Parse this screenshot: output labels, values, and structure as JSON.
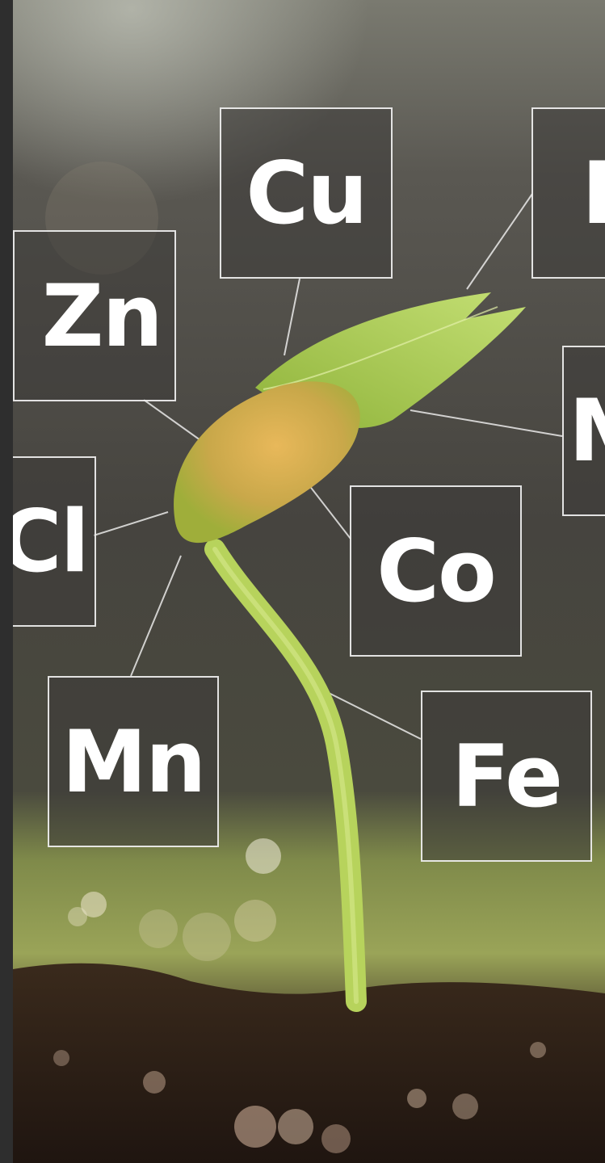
{
  "image": {
    "subject": "sprouting seedling with micronutrient element symbols",
    "elements": [
      {
        "id": "cu",
        "symbol": "Cu"
      },
      {
        "id": "zn",
        "symbol": "Zn"
      },
      {
        "id": "cl",
        "symbol": "Cl"
      },
      {
        "id": "mn",
        "symbol": "Mn"
      },
      {
        "id": "co",
        "symbol": "Co"
      },
      {
        "id": "fe",
        "symbol": "Fe"
      },
      {
        "id": "right-top",
        "symbol": "B"
      },
      {
        "id": "right-mid",
        "symbol": "Mo"
      }
    ],
    "colors": {
      "background_top": "#6e6e64",
      "background_mid": "#4a4844",
      "ground_glow": "#9aa85a",
      "leaf": "#a6c94a",
      "seed": "#d4b448",
      "stem": "#b4d25a",
      "soil": "#2a1e16",
      "box_border": "#ffffff"
    }
  }
}
